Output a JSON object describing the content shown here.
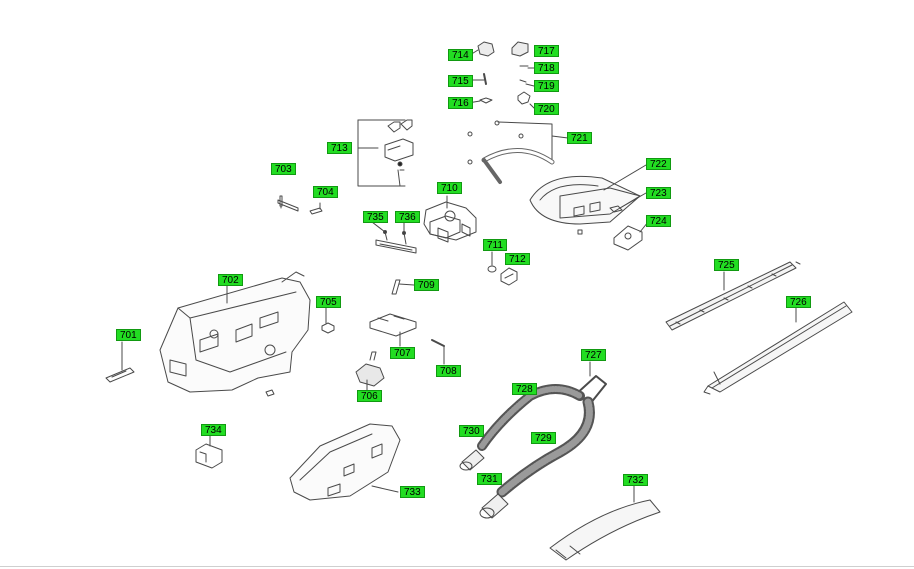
{
  "diagram": {
    "label_color": "#22dd22",
    "line_color": "#4a4a4a",
    "part_numbers": {
      "p701": "701",
      "p702": "702",
      "p703": "703",
      "p704": "704",
      "p705": "705",
      "p706": "706",
      "p707": "707",
      "p708": "708",
      "p709": "709",
      "p710": "710",
      "p711": "711",
      "p712": "712",
      "p713": "713",
      "p714": "714",
      "p715": "715",
      "p716": "716",
      "p717": "717",
      "p718": "718",
      "p719": "719",
      "p720": "720",
      "p721": "721",
      "p722": "722",
      "p723": "723",
      "p724": "724",
      "p725": "725",
      "p726": "726",
      "p727": "727",
      "p728": "728",
      "p729": "729",
      "p730": "730",
      "p731": "731",
      "p732": "732",
      "p733": "733",
      "p734": "734",
      "p735": "735",
      "p736": "736"
    }
  }
}
